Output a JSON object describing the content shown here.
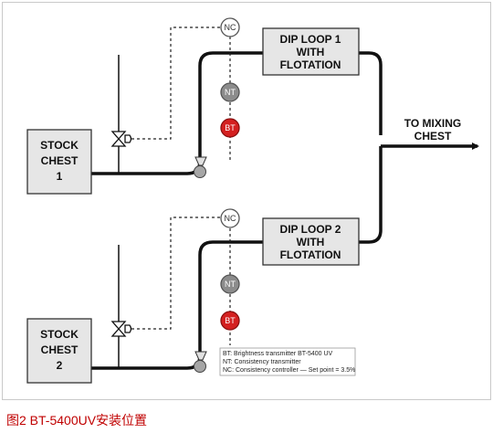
{
  "units": {
    "stock1": {
      "line1": "STOCK",
      "line2": "CHEST",
      "line3": "1"
    },
    "stock2": {
      "line1": "STOCK",
      "line2": "CHEST",
      "line3": "2"
    },
    "dip1": {
      "line1": "DIP LOOP 1",
      "line2": "WITH",
      "line3": "FLOTATION"
    },
    "dip2": {
      "line1": "DIP LOOP 2",
      "line2": "WITH",
      "line3": "FLOTATION"
    }
  },
  "output": {
    "line1": "TO MIXING",
    "line2": "CHEST"
  },
  "instruments": {
    "nc": "NC",
    "nt": "NT",
    "bt": "BT"
  },
  "legend": {
    "bt": "BT: Brightness transmitter BT-5400 UV",
    "nt": "NT: Consistency transmitter",
    "nc": "NC: Consistency controller — Set point = 3.5%"
  },
  "caption": "图2 BT-5400UV安装位置",
  "colors": {
    "bt_fill": "#d42020",
    "nt_fill": "#8c8c8c",
    "box_fill": "#e6e6e6"
  }
}
